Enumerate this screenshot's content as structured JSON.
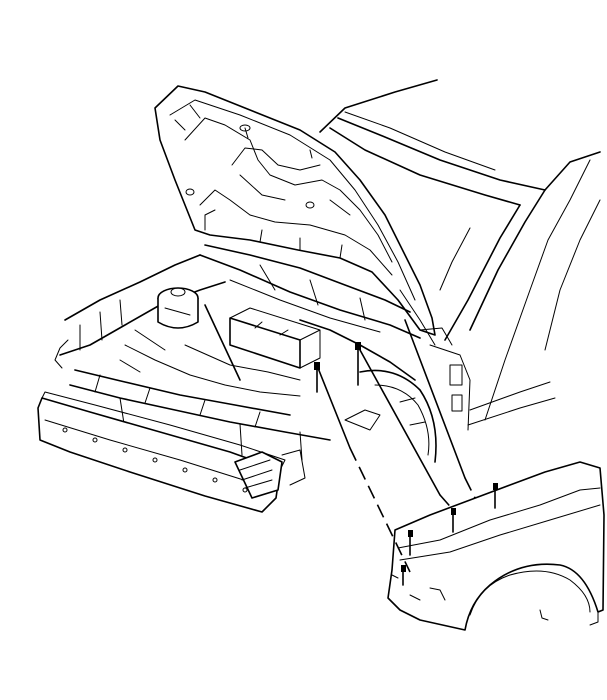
{
  "diagram": {
    "parts": [
      "engine-compartment",
      "open-hood",
      "windshield",
      "front-bumper-bar",
      "front-fender"
    ],
    "fasteners": {
      "fender_bolts_shown": 6
    },
    "colors": {
      "line": "#000000",
      "background": "#ffffff"
    }
  }
}
